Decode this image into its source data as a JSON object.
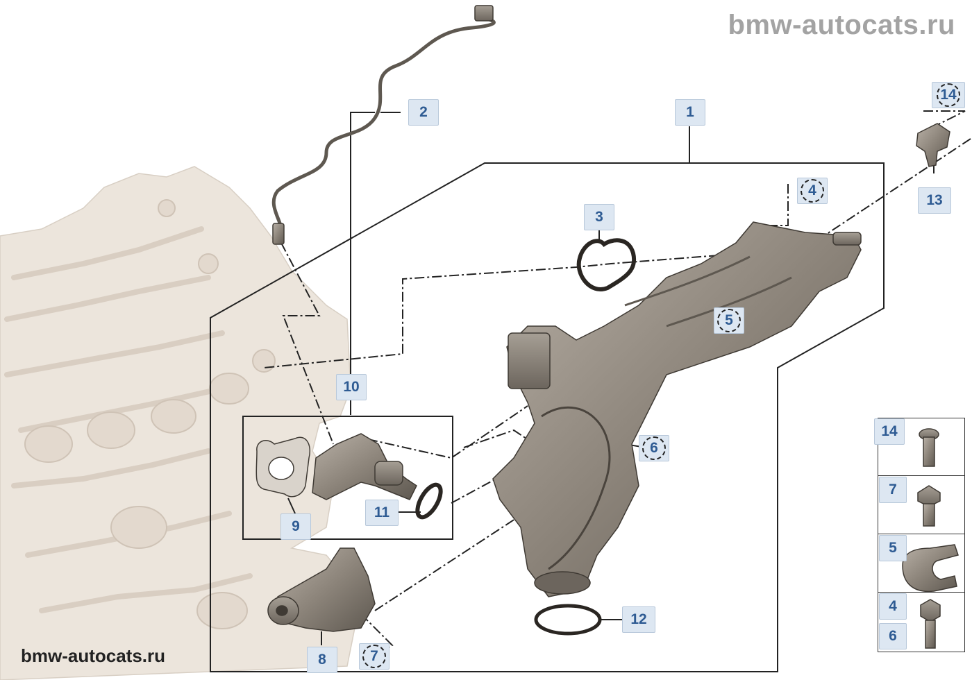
{
  "watermark_top": "bmw-autocats.ru",
  "watermark_bottom": "bmw-autocats.ru",
  "callouts": {
    "c1": "1",
    "c2": "2",
    "c3": "3",
    "c4": "4",
    "c5": "5",
    "c6": "6",
    "c7": "7",
    "c8": "8",
    "c9": "9",
    "c10": "10",
    "c11": "11",
    "c12": "12",
    "c13": "13",
    "c14": "14"
  },
  "kit_panel": {
    "items": [
      {
        "labels": [
          "14"
        ],
        "icon": "bolt-icon"
      },
      {
        "labels": [
          "7"
        ],
        "icon": "flange-bolt-icon"
      },
      {
        "labels": [
          "5"
        ],
        "icon": "clip-icon"
      },
      {
        "labels": [
          "4",
          "6"
        ],
        "icon": "stud-bolt-icon"
      }
    ]
  },
  "colors": {
    "callout_bg": "#dde7f2",
    "callout_text": "#2e5b93",
    "engine_block": "#ece5dc",
    "part_metal": "#8a8278",
    "watermark_top": "#a3a3a3"
  }
}
